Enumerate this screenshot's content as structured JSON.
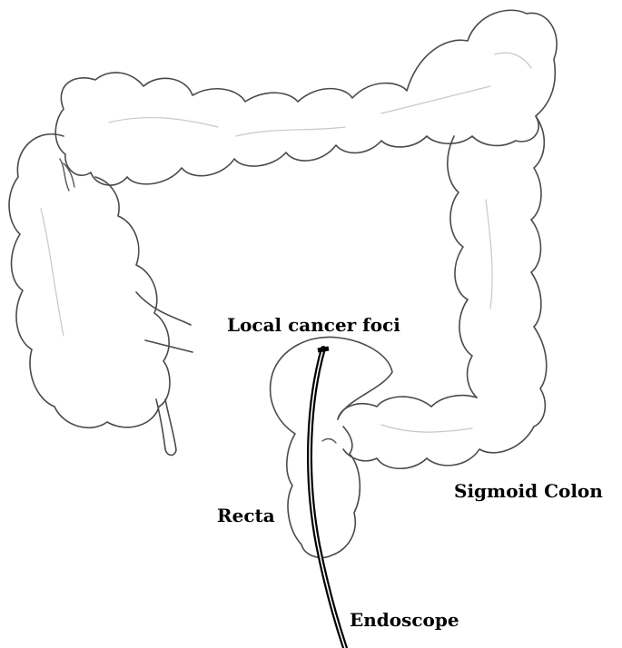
{
  "labels": {
    "local_cancer_foci": "Local cancer foci",
    "sigmoid_colon": "Sigmoid Colon",
    "recta": "Recta",
    "endoscope": "Endoscope"
  },
  "colors": {
    "outline": "#4a4a4a",
    "shading": "#c8c8c8",
    "endoscope": "#000000",
    "background": "#ffffff",
    "text": "#000000"
  }
}
